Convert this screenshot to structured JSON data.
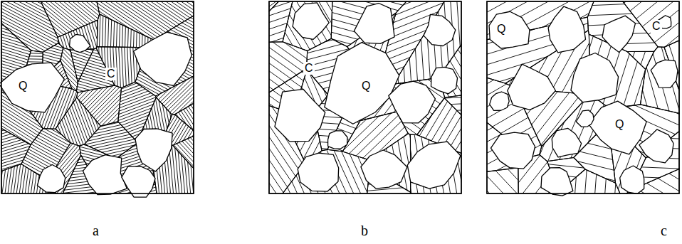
{
  "diagram": {
    "labels": [
      "Q",
      "C",
      "a",
      "C",
      "Q",
      "b",
      "Q",
      "C",
      "Q",
      "c"
    ]
  }
}
